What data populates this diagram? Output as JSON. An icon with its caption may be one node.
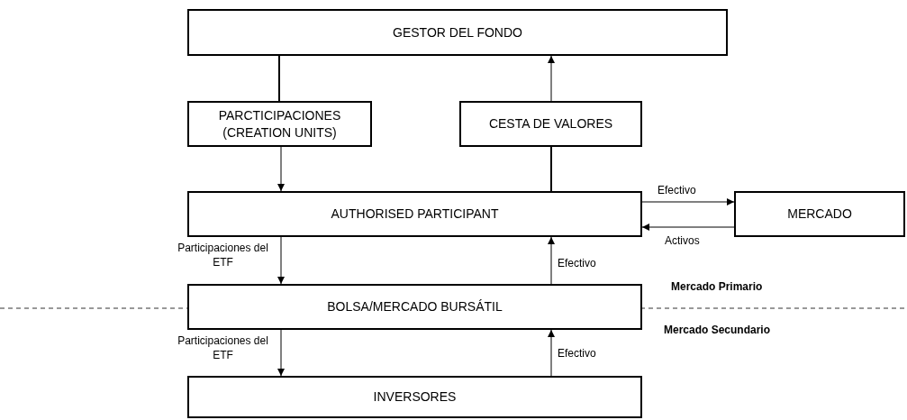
{
  "diagram": {
    "nodes": [
      {
        "text": [
          "GESTOR DEL FONDO"
        ]
      },
      {
        "text": [
          "PARCTICIPACIONES (CREATION UNITS)"
        ]
      },
      {
        "text": [
          "CESTA DE VALORES"
        ]
      },
      {
        "text": [
          "AUTHORISED PARTICIPANT"
        ]
      },
      {
        "text": [
          "MERCADO"
        ]
      },
      {
        "text": [
          "BOLSA/MERCADO BURSÁTIL"
        ]
      },
      {
        "text": [
          "INVERSORES"
        ]
      }
    ],
    "edges": [
      {
        "from": 0,
        "to": 1,
        "arrow": "none"
      },
      {
        "from": 1,
        "to": 3,
        "arrow": "to"
      },
      {
        "from": 3,
        "to": 2,
        "arrow": "none"
      },
      {
        "from": 2,
        "to": 0,
        "arrow": "to"
      },
      {
        "from": 3,
        "to": 4,
        "arrow": "to",
        "label": "Efectivo"
      },
      {
        "from": 4,
        "to": 3,
        "arrow": "to",
        "label": "Activos"
      },
      {
        "from": 3,
        "to": 5,
        "arrow": "to",
        "label": "Participaciones del ETF"
      },
      {
        "from": 5,
        "to": 3,
        "arrow": "to",
        "label": "Efectivo"
      },
      {
        "from": 5,
        "to": 6,
        "arrow": "to",
        "label": "Participaciones del ETF"
      },
      {
        "from": 6,
        "to": 5,
        "arrow": "to",
        "label": "Efectivo"
      }
    ],
    "labels": [
      "Mercado Primario",
      "Mercado Secundario"
    ]
  }
}
